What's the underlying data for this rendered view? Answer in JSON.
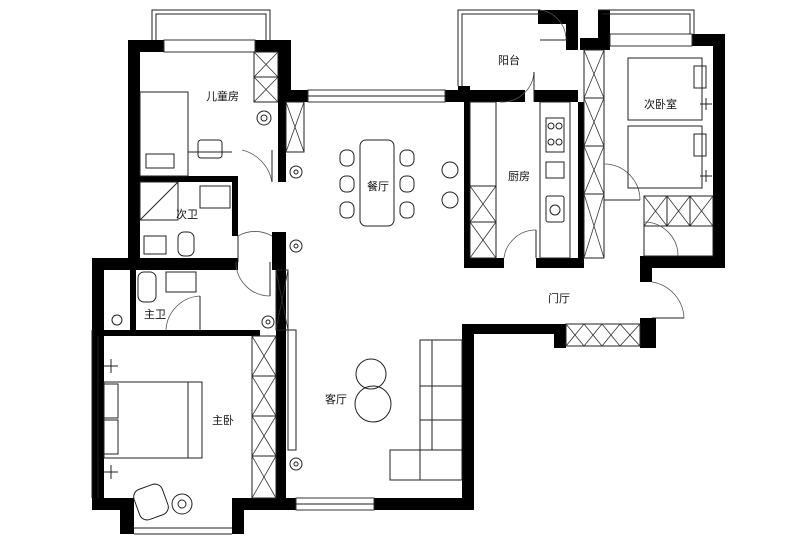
{
  "rooms": {
    "childrens_room": "儿童房",
    "balcony": "阳台",
    "second_bedroom": "次卧室",
    "dining": "餐厅",
    "kitchen": "厨房",
    "second_bath": "次卫",
    "entrance": "门厅",
    "master_bath": "主卫",
    "living": "客厅",
    "master_bedroom": "主卧"
  },
  "colors": {
    "wall": "#000000",
    "line": "#222222",
    "background": "#ffffff"
  }
}
